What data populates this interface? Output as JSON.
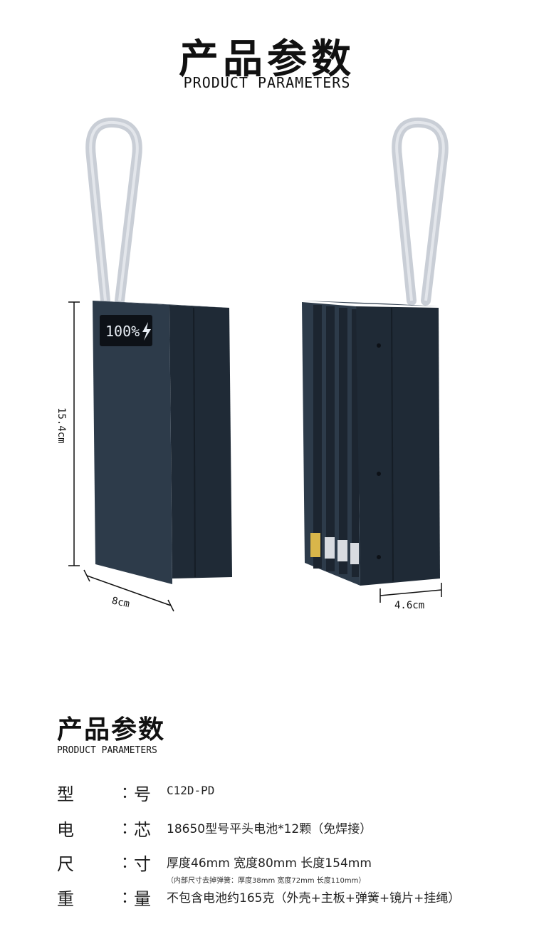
{
  "header": {
    "title": "产品参数",
    "subtitle": "PRODUCT PARAMETERS"
  },
  "illustration": {
    "height_label": "15.4cm",
    "width_label": "8cm",
    "depth_label": "4.6cm",
    "display_reading": "100%"
  },
  "specs": {
    "title": "产品参数",
    "subtitle": "PRODUCT PARAMETERS",
    "rows": [
      {
        "label_a": "型",
        "label_b": "号",
        "value": "C12D-PD"
      },
      {
        "label_a": "电",
        "label_b": "芯",
        "value": "18650型号平头电池*12颗（免焊接）"
      },
      {
        "label_a": "尺",
        "label_b": "寸",
        "value": "厚度46mm 宽度80mm 长度154mm"
      },
      {
        "label_a": "重",
        "label_b": "量",
        "value": "不包含电池约165克（外壳+主板+弹簧+镜片+挂绳）"
      }
    ],
    "size_note": "（内部尺寸去掉弹簧：厚度38mm 宽度72mm 长度110mm）"
  },
  "colors": {
    "case": "#2d3b4a",
    "case_dark": "#1f2a36",
    "strap": "#c9ced6"
  }
}
